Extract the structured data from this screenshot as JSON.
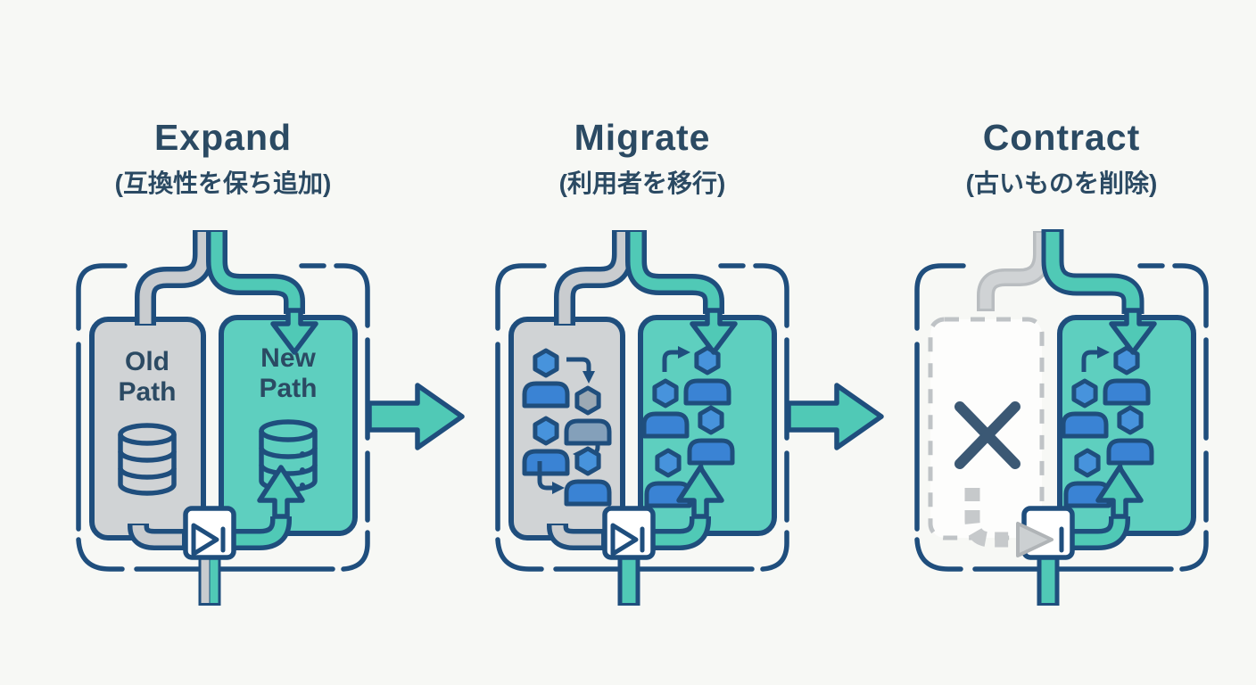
{
  "diagram": {
    "kind": "expand-migrate-contract-pattern",
    "background": "#f7f8f5"
  },
  "colors": {
    "outline_blue": "#1f4e7d",
    "text_dark": "#2b4a63",
    "teal_fill": "#5ecfbf",
    "teal_pipe": "#50c9b6",
    "gray_fill": "#d0d3d5",
    "gray_pipe": "#c9cccf",
    "ghost_gray": "#c6c9cb",
    "user_blue": "#3a83d4",
    "hexagon_blue": "#4793dc",
    "x_mark": "#3b5874",
    "valve_white": "#ffffff"
  },
  "icons": {
    "old_database": "database-icon",
    "new_database": "database-stack-icon",
    "user": "user-icon",
    "hexagon": "hexagon-icon",
    "valve": "merge-valve-icon",
    "x_mark": "x-mark-icon",
    "flow_arrow": "flow-arrow-icon"
  },
  "panels": [
    {
      "title": "Expand",
      "subtitle": "(互換性を保ち追加)",
      "old_box": {
        "lines": [
          "Old",
          "Path"
        ],
        "icon": "database-icon",
        "fill": "#d0d3d5"
      },
      "new_box": {
        "lines": [
          "New",
          "Path"
        ],
        "icon": "database-stack-icon",
        "fill": "#5ecfbf"
      }
    },
    {
      "title": "Migrate",
      "subtitle": "(利用者を移行)",
      "old_box": {
        "icon": "users-migrating-icons",
        "fill": "#d0d3d5"
      },
      "new_box": {
        "icon": "users-icons",
        "fill": "#5ecfbf"
      }
    },
    {
      "title": "Contract",
      "subtitle": "(古いものを削除)",
      "old_box": {
        "icon": "x-mark-icon",
        "state": "removed"
      },
      "new_box": {
        "icon": "users-icons",
        "fill": "#5ecfbf"
      }
    }
  ],
  "arrows": [
    {
      "name": "expand-to-migrate"
    },
    {
      "name": "migrate-to-contract"
    }
  ]
}
